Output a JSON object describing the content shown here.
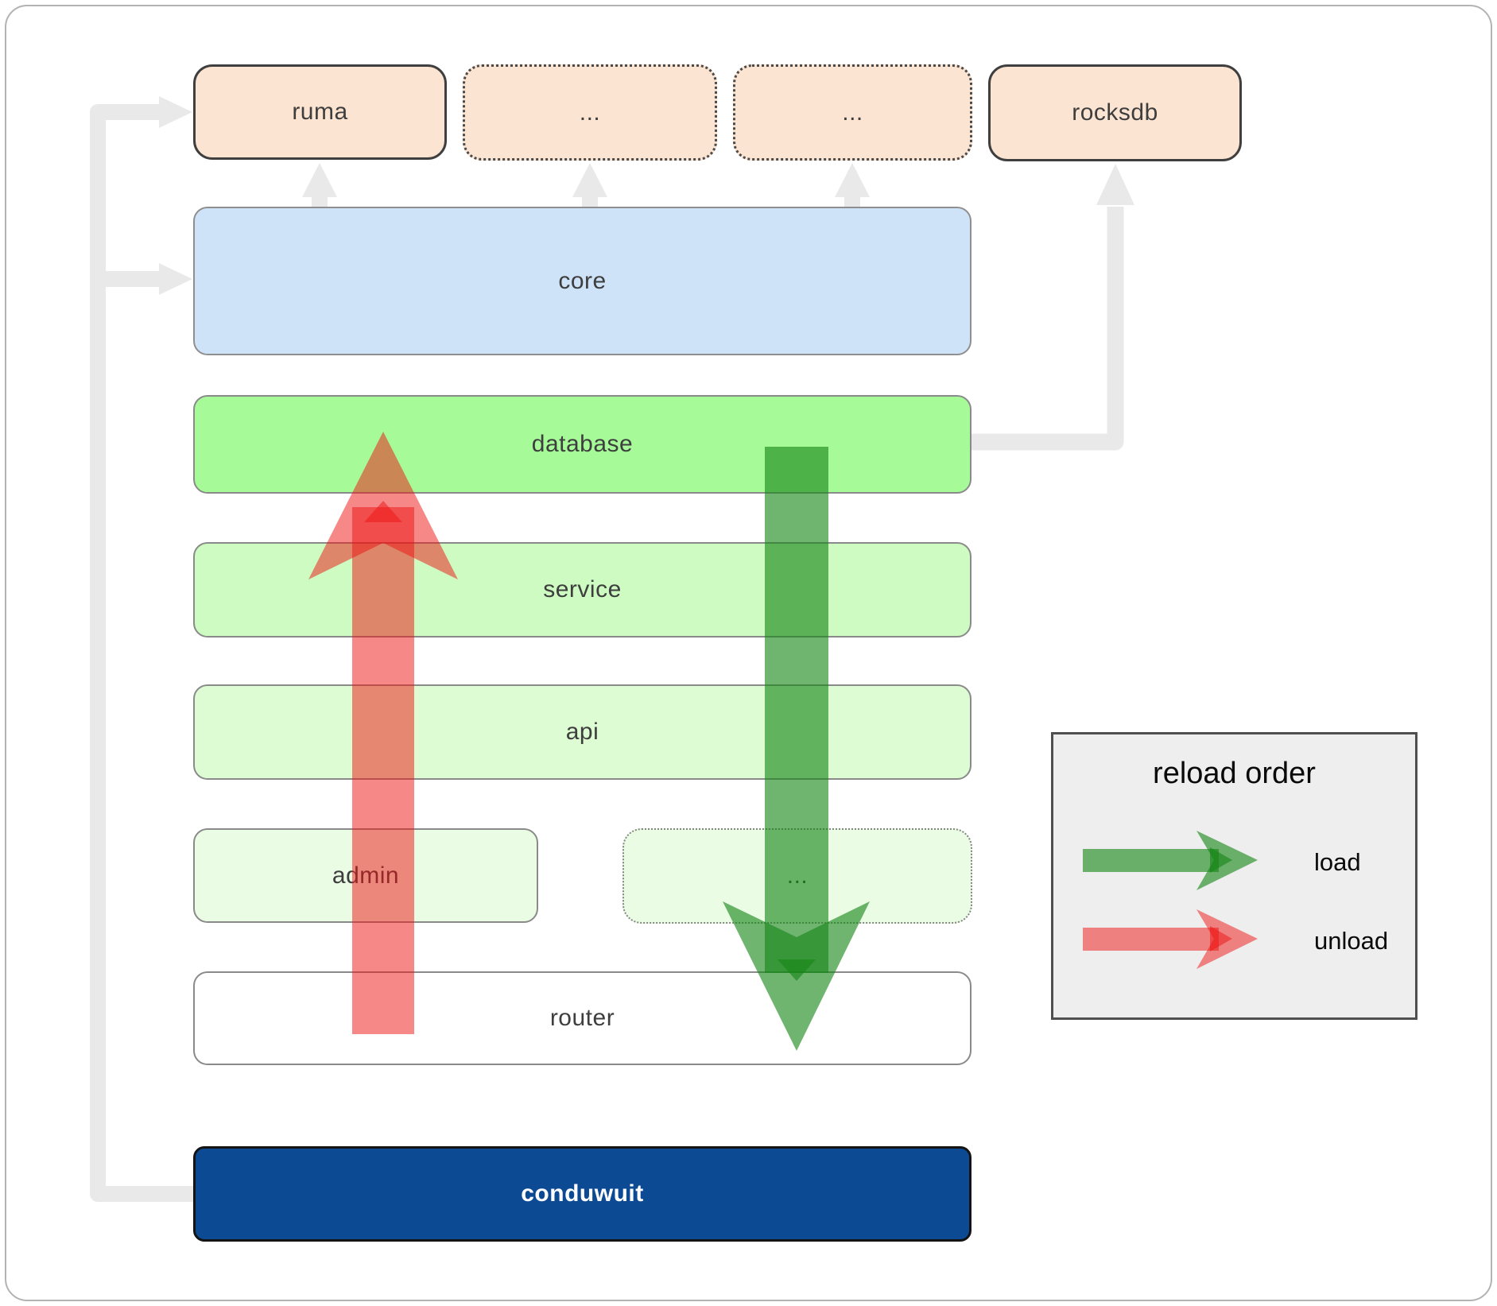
{
  "boxes": {
    "ruma": {
      "label": "ruma"
    },
    "ellipsis_top_1": {
      "label": "..."
    },
    "ellipsis_top_2": {
      "label": "..."
    },
    "rocksdb": {
      "label": "rocksdb"
    },
    "core": {
      "label": "core"
    },
    "database": {
      "label": "database"
    },
    "service": {
      "label": "service"
    },
    "api": {
      "label": "api"
    },
    "admin": {
      "label": "admin"
    },
    "ellipsis_admin": {
      "label": "..."
    },
    "router": {
      "label": "router"
    },
    "conduwuit": {
      "label": "conduwuit"
    }
  },
  "legend": {
    "title": "reload order",
    "load_label": "load",
    "unload_label": "unload"
  },
  "colors": {
    "peach_fill": "#fce4d2",
    "core_fill": "#cfe3f8",
    "database_fill": "#a6fb98",
    "service_fill": "#cdfbc1",
    "api_fill": "#defcd3",
    "admin_fill": "#ebfce5",
    "router_fill": "#ffffff",
    "conduwuit_fill": "#0d4a94",
    "load_arrow": "#168616",
    "unload_arrow": "#ee1111",
    "connector_gray": "#e9e9e9",
    "legend_bg": "#eeeeee",
    "text_dark": "#3e3e3e"
  }
}
